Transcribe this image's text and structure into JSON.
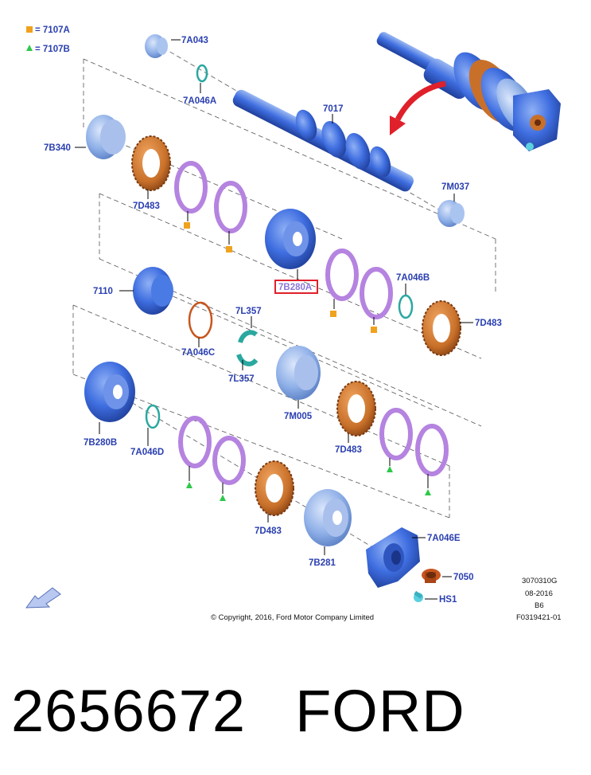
{
  "legend": [
    {
      "symbol": "square",
      "color": "#f0a21e",
      "text": "= 7107A"
    },
    {
      "symbol": "triangle",
      "color": "#2ec84a",
      "text": "= 7107B"
    }
  ],
  "labels": {
    "p7A043": "7A043",
    "p7A046A": "7A046A",
    "p7017": "7017",
    "p7B340": "7B340",
    "p7D483_1": "7D483",
    "p7M037": "7M037",
    "p7B280A": "7B280A",
    "p7A046B": "7A046B",
    "p7110": "7110",
    "p7D483_2": "7D483",
    "p7L357_top": "7L357",
    "p7A046C": "7A046C",
    "p7L357_bot": "7L357",
    "p7M005": "7M005",
    "p7D483_3": "7D483",
    "p7B280B": "7B280B",
    "p7A046D": "7A046D",
    "p7D483_4": "7D483",
    "p7A046E": "7A046E",
    "p7B281": "7B281",
    "p7050": "7050",
    "pHS1": "HS1"
  },
  "highlight_color": "#e0202a",
  "meta": {
    "code": "3070310G",
    "date": "08-2016",
    "rev": "B6",
    "ref": "F0319421-01",
    "copyright": "© Copyright, 2016, Ford Motor Company Limited"
  },
  "footer": {
    "part_number": "2656672",
    "brand": "FORD"
  },
  "colors": {
    "label": "#2a3fb0",
    "gear_blue": "#3f6ee0",
    "gear_light": "#8fb0e8",
    "synchro_orange": "#c8702a",
    "ring_purple": "#b583e0",
    "clip_teal": "#2aa8a0"
  }
}
